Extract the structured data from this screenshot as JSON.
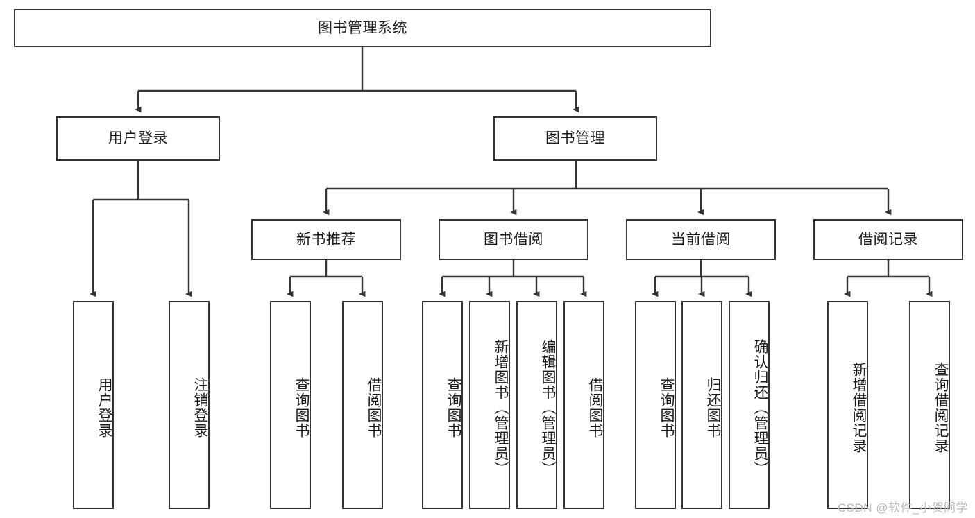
{
  "diagram": {
    "title": "图书管理系统",
    "type": "tree-hierarchy",
    "root": {
      "label": "图书管理系统"
    },
    "level2": [
      {
        "label": "用户登录"
      },
      {
        "label": "图书管理"
      }
    ],
    "level3": [
      {
        "label": "新书推荐"
      },
      {
        "label": "图书借阅"
      },
      {
        "label": "当前借阅"
      },
      {
        "label": "借阅记录"
      }
    ],
    "leaves": {
      "user_login": [
        {
          "label": "用户登录"
        },
        {
          "label": "注销登录"
        }
      ],
      "new_book_recommend": [
        {
          "label": "查询图书"
        },
        {
          "label": "借阅图书"
        }
      ],
      "book_borrow": [
        {
          "label": "查询图书"
        },
        {
          "label": "新增图书（管理员）"
        },
        {
          "label": "编辑图书（管理员）"
        },
        {
          "label": "借阅图书"
        }
      ],
      "current_borrow": [
        {
          "label": "查询图书"
        },
        {
          "label": "归还图书"
        },
        {
          "label": "确认归还（管理员）"
        }
      ],
      "borrow_records": [
        {
          "label": "新增借阅记录"
        },
        {
          "label": "查询借阅记录"
        }
      ]
    }
  },
  "watermark": {
    "text": "CSDN @软件_小贺同学"
  },
  "colors": {
    "stroke": "#333333",
    "fill": "#ffffff",
    "text": "#1a1a1a",
    "watermark": "#b9b9b9"
  }
}
